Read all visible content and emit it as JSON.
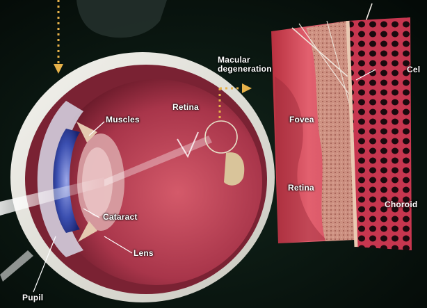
{
  "labels": {
    "macular_degeneration": "Macular degeneration",
    "retina_eye": "Retina",
    "muscles": "Muscles",
    "cataract": "Cataract",
    "lens": "Lens",
    "pupil": "Pupil",
    "fovea": "Fovea",
    "retina_detail": "Retina",
    "choroid": "Choroid",
    "cut_off_label": "Cel"
  },
  "colors": {
    "background": "#06100c",
    "sclera": "#e6e6df",
    "eye_interior": "#a33a4a",
    "tissue": "#d24b62",
    "choroid_mesh": "#c2354e",
    "iris": "#3b4fb0",
    "arrow": "#e7b24a",
    "label_text": "#ffffff"
  }
}
